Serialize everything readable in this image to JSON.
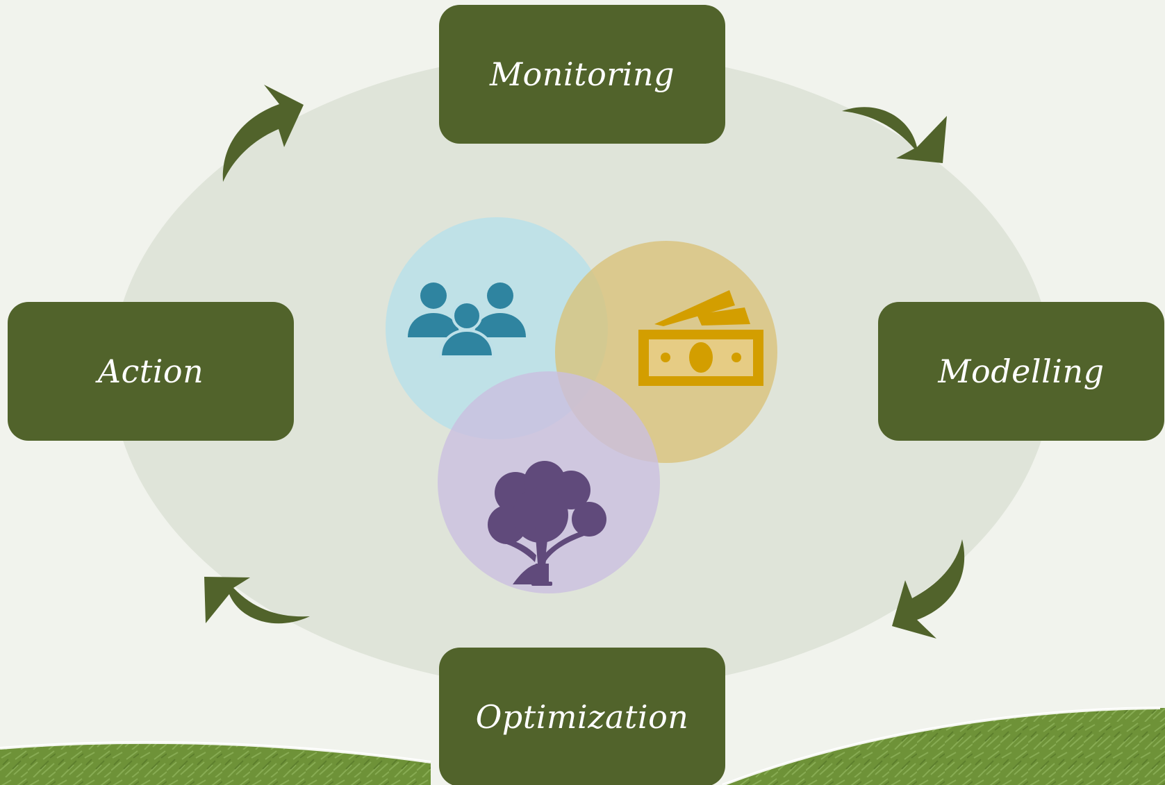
{
  "stages": {
    "monitoring": "Monitoring",
    "modelling": "Modelling",
    "optimization": "Optimization",
    "action": "Action"
  },
  "icons": {
    "people": "people-group-icon",
    "money": "money-bills-icon",
    "tree": "tree-icon",
    "arrow": "curved-arrow-icon"
  },
  "colors": {
    "background": "#f1f3ed",
    "oval": "#dfe4d9",
    "box": "#51632b",
    "arrow": "#51632b",
    "people_circle": "#bde0e8",
    "people_icon": "#2f84a0",
    "money_circle": "#dcc27d",
    "money_icon": "#d39e00",
    "tree_circle": "#cdbfdb",
    "tree_icon": "#604a7b",
    "grass": "#6e9238"
  }
}
